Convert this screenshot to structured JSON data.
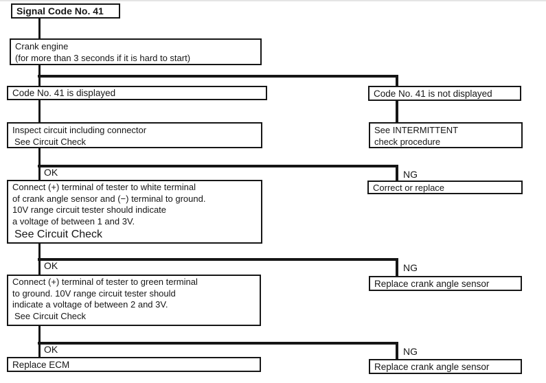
{
  "theme": {
    "ink": "#161616",
    "paper": "#ffffff"
  },
  "flowchart": {
    "title": "Signal Code No. 41",
    "branch_labels": {
      "ok": "OK",
      "ng": "NG"
    },
    "nodes": {
      "crank": {
        "lines": [
          "Crank engine",
          "(for more than 3 seconds if it is hard to start)"
        ]
      },
      "displayed": {
        "label": "Code No. 41 is displayed"
      },
      "not_displayed": {
        "label": "Code No. 41 is not displayed"
      },
      "inspect": {
        "lines": [
          "Inspect circuit including connector",
          "See Circuit Check"
        ]
      },
      "intermittent": {
        "lines": [
          "See INTERMITTENT",
          "check procedure"
        ]
      },
      "white_test": {
        "lines": [
          "Connect (+) terminal of tester to white terminal",
          "of crank angle sensor and (−) terminal to ground.",
          "10V range circuit tester should indicate",
          "a voltage of between 1 and 3V."
        ],
        "emphasis": "See Circuit Check"
      },
      "correct": {
        "label": "Correct or replace"
      },
      "green_test": {
        "lines": [
          "Connect (+) terminal of tester to green terminal",
          "to ground. 10V range circuit tester should",
          "indicate a voltage of between 2 and 3V.",
          "See Circuit Check"
        ]
      },
      "replace_sensor": {
        "label": "Replace crank angle sensor"
      },
      "replace_ecm": {
        "label": "Replace ECM"
      }
    }
  }
}
